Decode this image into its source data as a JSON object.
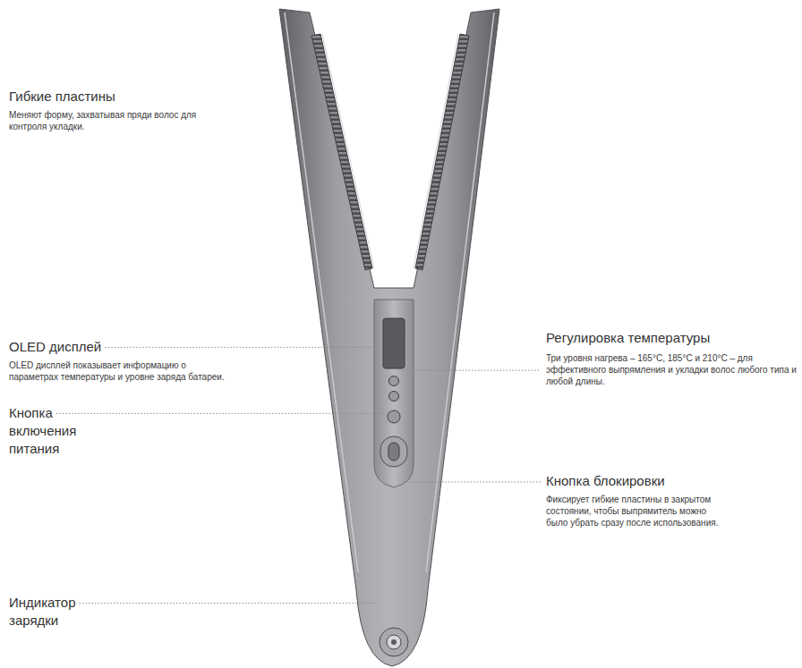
{
  "diagram": {
    "labels": [
      "Гибкие пластины",
      "Меняют форму, захватывая пряди волос для контроля укладки.",
      "OLED дисплей",
      "OLED дисплей показывает информацию о параметрах температуры и уровне заряда батареи.",
      "Кнопка включения питания",
      "Индикатор зарядки",
      "Регулировка температуры",
      "Три уровня нагрева – 165°C, 185°C и 210°C – для эффективного выпрямления и укладки волос любого типа и любой длины.",
      "Кнопка блокировки",
      "Фиксирует гибкие пластины в закрытом состоянии, чтобы выпрямитель можно было убрать сразу после использования."
    ]
  }
}
